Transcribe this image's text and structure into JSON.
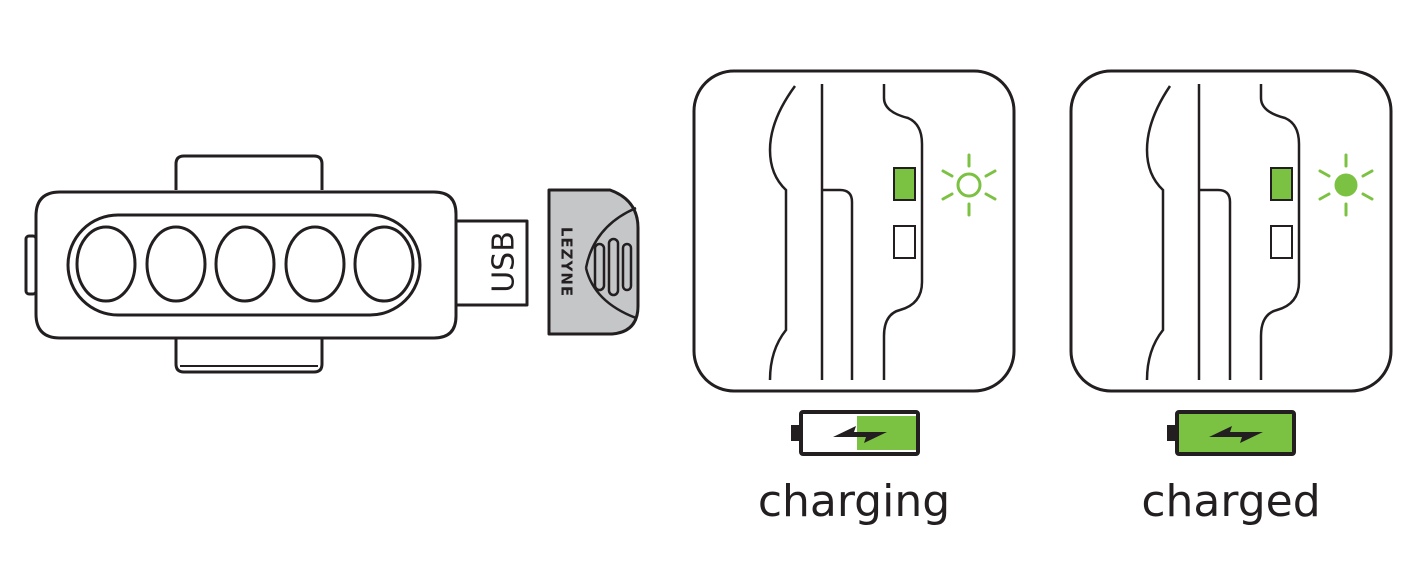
{
  "device": {
    "usb_label": "USB",
    "cap_brand": "LEZYNE",
    "lens_count": 5
  },
  "states": [
    {
      "label": "charging",
      "indicator_light": "blinking",
      "battery_fill_fraction": 0.5
    },
    {
      "label": "charged",
      "indicator_light": "solid",
      "battery_fill_fraction": 1.0
    }
  ],
  "colors": {
    "line": "#231f20",
    "accent_green": "#7cc242",
    "cap_gray": "#c5c6c8"
  },
  "icons": [
    "light-blink-icon",
    "light-solid-icon",
    "battery-half-icon",
    "battery-full-icon",
    "lightning-bolt-icon"
  ]
}
